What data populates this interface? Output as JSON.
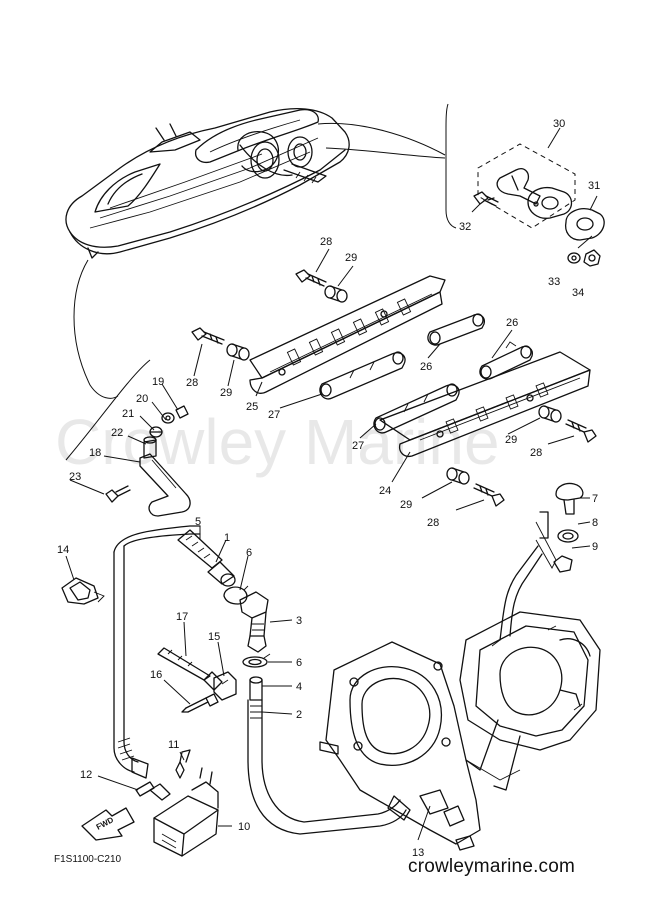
{
  "watermark": "Crowley Marine",
  "footer": {
    "diagram_code": "F1S1100-C210",
    "site": "crowleymarine.com",
    "fwd_label": "FWD"
  },
  "callouts": {
    "c1": "1",
    "c2": "2",
    "c3": "3",
    "c4": "4",
    "c5": "5",
    "c6a": "6",
    "c6b": "6",
    "c7": "7",
    "c8": "8",
    "c9": "9",
    "c10": "10",
    "c11": "11",
    "c12": "12",
    "c13": "13",
    "c14": "14",
    "c15": "15",
    "c16": "16",
    "c17": "17",
    "c18": "18",
    "c19": "19",
    "c20": "20",
    "c21": "21",
    "c22": "22",
    "c23": "23",
    "c24": "24",
    "c25": "25",
    "c26a": "26",
    "c26b": "26",
    "c27a": "27",
    "c27b": "27",
    "c28a": "28",
    "c28b": "28",
    "c28c": "28",
    "c28d": "28",
    "c29a": "29",
    "c29b": "29",
    "c29c": "29",
    "c29d": "29",
    "c30": "30",
    "c31": "31",
    "c32": "32",
    "c33": "33",
    "c34": "34"
  }
}
